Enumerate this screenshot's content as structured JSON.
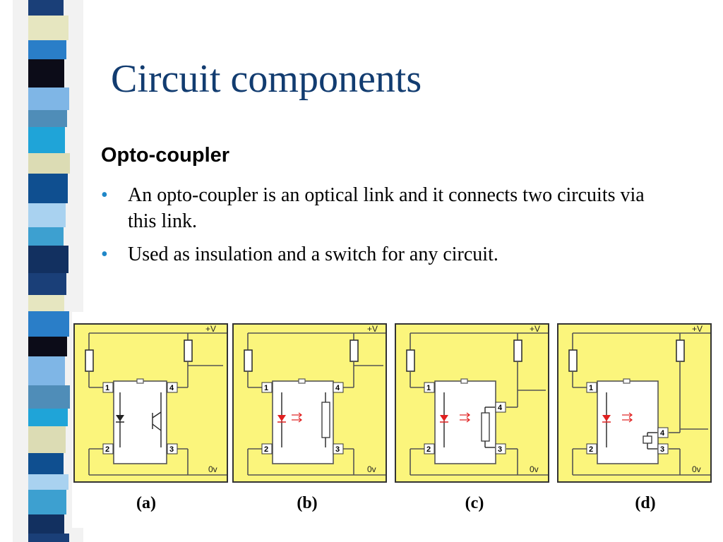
{
  "slide": {
    "title": "Circuit components",
    "subtitle": "Opto-coupler",
    "bullets": [
      "An opto-coupler is an optical link and it connects two circuits via this link.",
      "Used as insulation and a switch for any circuit."
    ],
    "bullet_glyph": "•"
  },
  "figure": {
    "panels": [
      {
        "caption": "(a)",
        "vplus": "+V",
        "zero": "0v",
        "pins": [
          "1",
          "2",
          "3",
          "4"
        ]
      },
      {
        "caption": "(b)",
        "vplus": "+V",
        "zero": "0v",
        "pins": [
          "1",
          "2",
          "3",
          "4"
        ]
      },
      {
        "caption": "(c)",
        "vplus": "+V",
        "zero": "0v",
        "pins": [
          "1",
          "2",
          "3",
          "4"
        ]
      },
      {
        "caption": "(d)",
        "vplus": "+V",
        "zero": "0v",
        "pins": [
          "1",
          "2",
          "3",
          "4"
        ]
      }
    ]
  },
  "colors": {
    "title": "#123c70",
    "bullet": "#1f87c8",
    "panel_bg": "#fbf57c",
    "led": "#e02020"
  }
}
